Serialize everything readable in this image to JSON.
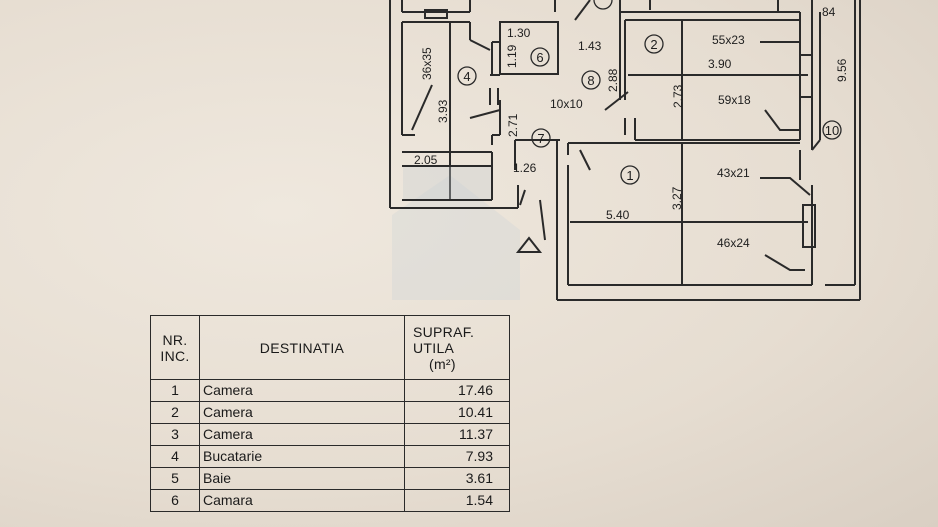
{
  "plan": {
    "rooms": [
      {
        "num": "1"
      },
      {
        "num": "2"
      },
      {
        "num": "4"
      },
      {
        "num": "6"
      },
      {
        "num": "7"
      },
      {
        "num": "8"
      },
      {
        "num": "10"
      }
    ],
    "dimensions": {
      "d_84": "84",
      "d_130": "1.30",
      "d_55x23": "55x23",
      "d_36x35": "36x35",
      "d_119": "1.19",
      "d_143": "1.43",
      "d_390": "3.90",
      "d_956": "9.56",
      "d_288": "2.88",
      "d_273": "2.73",
      "d_393": "3.93",
      "d_10x10": "10x10",
      "d_59x18": "59x18",
      "d_271": "2.71",
      "d_205": "2.05",
      "d_126": "1.26",
      "d_43x21": "43x21",
      "d_327": "3.27",
      "d_540": "5.40",
      "d_46x24": "46x24"
    }
  },
  "table": {
    "header": {
      "nr_line1": "NR.",
      "nr_line2": "INC.",
      "dest": "DESTINATIA",
      "sup_line1": "SUPRAF.",
      "sup_line2": "UTILA",
      "sup_line3": "(m²)"
    },
    "rows": [
      {
        "nr": "1",
        "dest": "Camera",
        "sup": "17.46"
      },
      {
        "nr": "2",
        "dest": "Camera",
        "sup": "10.41"
      },
      {
        "nr": "3",
        "dest": "Camera",
        "sup": "11.37"
      },
      {
        "nr": "4",
        "dest": "Bucatarie",
        "sup": "7.93"
      },
      {
        "nr": "5",
        "dest": "Baie",
        "sup": "3.61"
      },
      {
        "nr": "6",
        "dest": "Camara",
        "sup": "1.54"
      }
    ]
  }
}
